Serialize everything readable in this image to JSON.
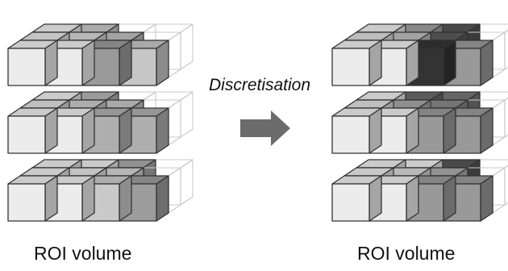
{
  "diagram": {
    "operation_label": "Discretisation",
    "left_panel": {
      "caption": "ROI volume",
      "slices": [
        {
          "front": [
            "#ececec",
            "#ececec",
            "#9a9a9a",
            "#c6c6c6"
          ],
          "middle": [
            "#e4e4e4",
            "#d5d5d5",
            "#bdbdbd",
            null
          ],
          "back": [
            "#ededed",
            "#c8c8c8",
            null,
            null
          ]
        },
        {
          "front": [
            "#ececec",
            "#ececec",
            "#aeaeae",
            "#aeaeae"
          ],
          "middle": [
            "#dedede",
            "#c9c9c9",
            "#c4c4c4",
            null
          ],
          "back": [
            "#ececec",
            "#b4b4b4",
            null,
            null
          ]
        },
        {
          "front": [
            "#ececec",
            "#ececec",
            "#c9c9c9",
            "#9c9c9c"
          ],
          "middle": [
            "#ececec",
            "#e2e2e2",
            "#d3d3d3",
            null
          ],
          "back": [
            "#ececec",
            "#ececec",
            "#a9a9a9",
            null
          ]
        }
      ]
    },
    "right_panel": {
      "caption": "ROI volume",
      "slices": [
        {
          "front": [
            "#ececec",
            "#ececec",
            "#333333",
            "#999999"
          ],
          "middle": [
            "#dcdcdc",
            "#bcbcbc",
            "#5a5a5a",
            null
          ],
          "back": [
            "#ececec",
            "#9f9f9f",
            "#555555",
            null
          ]
        },
        {
          "front": [
            "#ececec",
            "#ececec",
            "#999999",
            "#999999"
          ],
          "middle": [
            "#dedede",
            "#a6a6a6",
            "#888888",
            null
          ],
          "back": [
            "#ececec",
            "#6a6a6a",
            "#777777",
            null
          ]
        },
        {
          "front": [
            "#ececec",
            "#ececec",
            "#999999",
            "#999999"
          ],
          "middle": [
            "#e8e8e8",
            "#d8d8d8",
            "#aaaaaa",
            null
          ],
          "back": [
            "#ececec",
            "#ececec",
            "#555555",
            null
          ]
        }
      ]
    },
    "arrow_color": "#6b6b6b"
  }
}
